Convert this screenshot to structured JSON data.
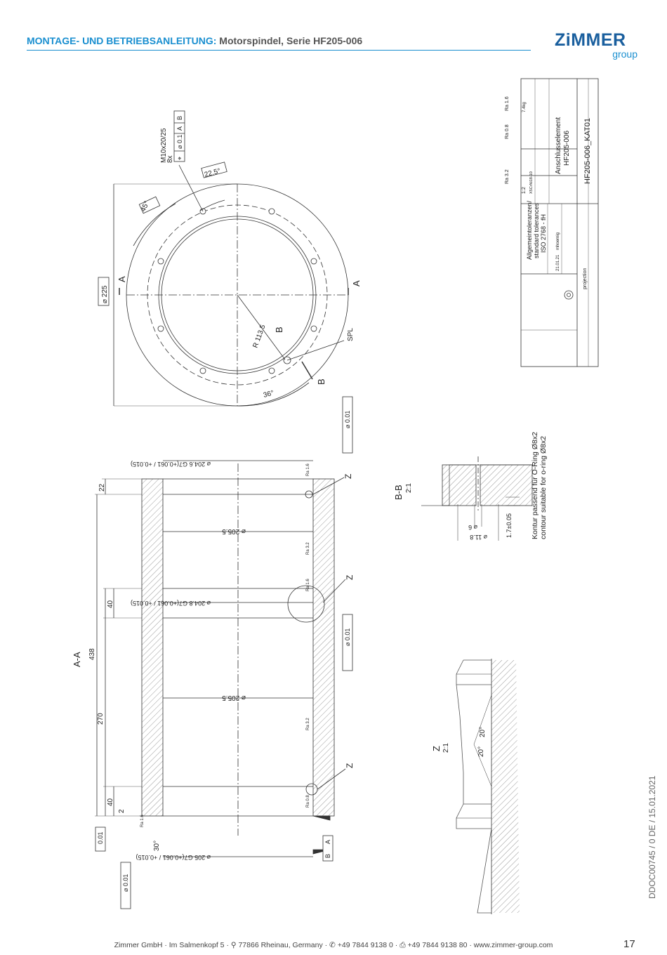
{
  "header": {
    "title_prefix": "MONTAGE- UND BETRIEBSANLEITUNG:",
    "title_suffix": "Motorspindel, Serie HF205-006"
  },
  "logo": {
    "wordmark": "ZiMMER",
    "group": "group"
  },
  "drawing": {
    "top_view": {
      "thread": "M10x20/25",
      "count": "8x",
      "position_tol": "⌖",
      "position_value": "⌀ 0.1",
      "datum_a": "A",
      "datum_b": "B",
      "angle_22": "22.5°",
      "angle_45": "45°",
      "angle_36": "36°",
      "dia_225": "⌀ 225",
      "radius": "R 113.5",
      "spl": "SPL",
      "section_a": "A",
      "section_b": "B"
    },
    "section_aa": {
      "title": "A-A",
      "dim_438": "438",
      "dim_270": "270",
      "dim_40a": "40",
      "dim_40b": "40",
      "dim_22": "22",
      "dim_2": "2",
      "dia_2046": "⌀ 204.6 G7(+0.061 / +0.015)",
      "dia_2055a": "⌀ 205.5",
      "dia_2048": "⌀ 204.8 G7(+0.061 / +0.015)",
      "dia_2055b": "⌀ 205.5",
      "dia_205": "⌀ 205 G7(+0.061 / +0.015)",
      "conc1": "⌀ 0.01",
      "conc2": "⌀ 0.01",
      "flat": "0.01",
      "perp": "⌀ 0.01",
      "datum_a": "A",
      "datum_b": "B",
      "chamfer": "30°",
      "z": "Z",
      "ra16": "Ra 1.6",
      "ra32": "Ra 3.2",
      "ra08": "Ra 0.8"
    },
    "detail_bb": {
      "title": "B-B",
      "scale": "2:1",
      "d6": "⌀ 6",
      "d118": "⌀ 11.8",
      "h17": "1.7±0.05",
      "note_de": "Kontur passend für O-Ring Ø8x2",
      "note_en": "contour suitable for o-ring Ø8x2"
    },
    "detail_z": {
      "title": "Z",
      "scale": "2:1",
      "angle_a": "20°",
      "angle_b": "20°"
    },
    "title_block": {
      "ra_32": "Ra 3.2",
      "ra_08": "Ra 0.8",
      "ra_16": "Ra 1.6",
      "general_tol_de": "Allgemeintoleranzen/",
      "general_tol_en": "standard tolerances",
      "iso": "ISO 2768 - fH",
      "part_name_de": "Anschlusselement",
      "part_name": "HF205-006",
      "drawing_no": "HF205-006_KAT01",
      "projection": "projection",
      "scale": "1:2",
      "material": "X5CrNi18-10",
      "mass": "7.4kg",
      "date": "21.01.21",
      "drawn": "mhoernig"
    }
  },
  "side_text": "DDOC00745 / 0      DE / 15.01.2021",
  "footer": "Zimmer GmbH · Im Salmenkopf 5 · ⚲ 77866 Rheinau, Germany · ✆ +49 7844 9138 0 · ⎙ +49 7844 9138 80 · www.zimmer-group.com",
  "page_number": "17"
}
